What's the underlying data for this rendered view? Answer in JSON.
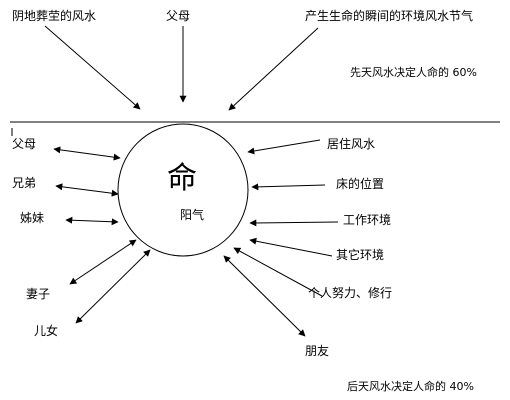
{
  "top_sources": {
    "burial": "阴地葬茔的风水",
    "parents": "父母",
    "birth_env": "产生生命的瞬间的环境风水节气"
  },
  "notes": {
    "innate": "先天风水决定人命的 60%",
    "acquired": "后天风水决定人命的 40%"
  },
  "center": {
    "fate": "命",
    "yang": "阳气"
  },
  "left_items": {
    "parents": "父母",
    "brothers": "兄弟",
    "sisters": "姊妹",
    "wife": "妻子",
    "children": "儿女"
  },
  "right_items": {
    "residence": "居住风水",
    "bed": "床的位置",
    "work": "工作环境",
    "other": "其它环境",
    "effort": "个人努力、修行",
    "friends": "朋友"
  },
  "colors": {
    "line": "#000000",
    "text": "#000000",
    "background": "#ffffff"
  }
}
